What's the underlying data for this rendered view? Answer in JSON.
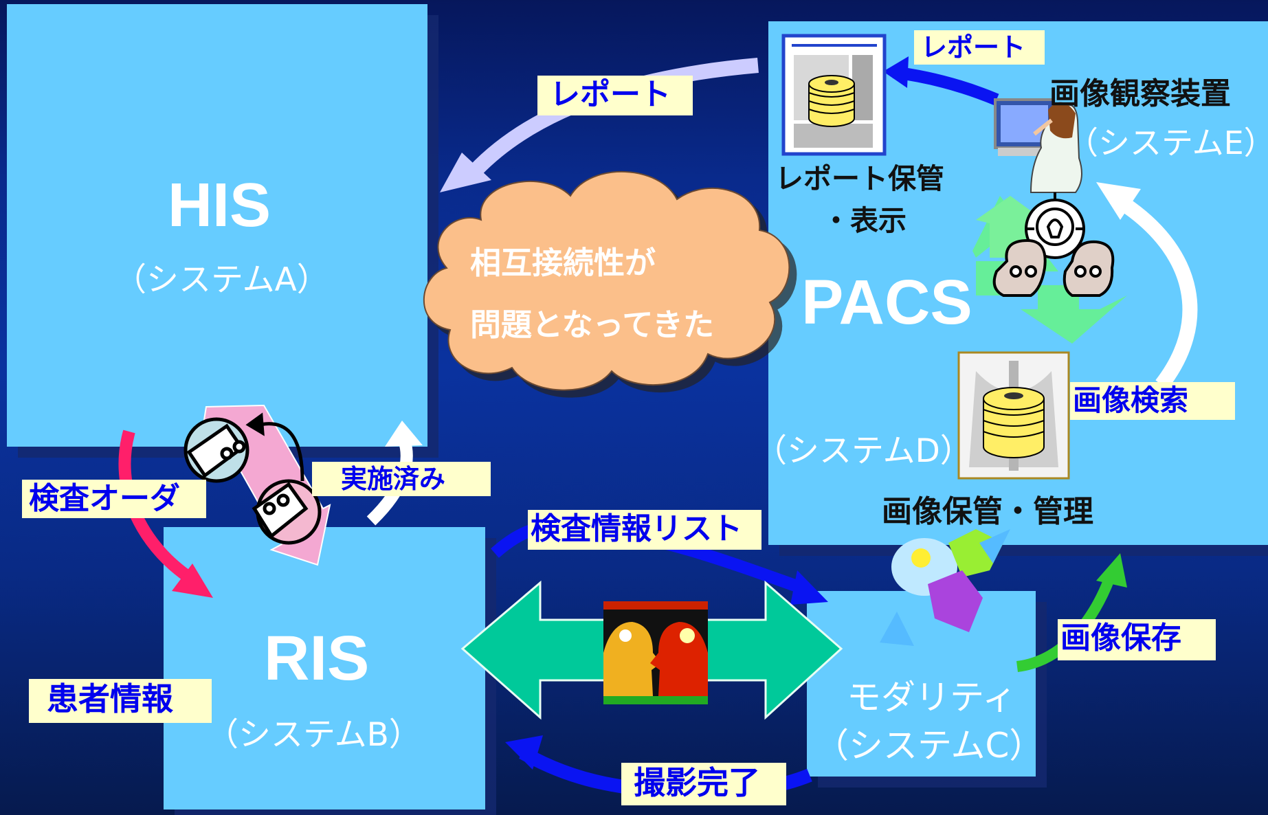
{
  "systems": {
    "his": {
      "name": "HIS",
      "system": "（システムA）"
    },
    "ris": {
      "name": "RIS",
      "system": "（システムB）"
    },
    "modality": {
      "name": "モダリティ",
      "system": "（システムC）"
    },
    "pacs": {
      "name": "PACS",
      "system": "（システムD）"
    }
  },
  "pacs_parts": {
    "report_store": [
      "レポート保管",
      "・表示"
    ],
    "viewer": "画像観察装置",
    "viewer_system": "（システムE）",
    "image_store": "画像保管・管理"
  },
  "cloud": {
    "lines": [
      "相互接続性が",
      "問題となってきた"
    ]
  },
  "flows": {
    "report_top": "レポート",
    "report_to_his": "レポート",
    "exam_order": "検査オーダ",
    "done": "実施済み",
    "patient_info": "患者情報",
    "exam_list": "検査情報リスト",
    "shot_done": "撮影完了",
    "image_save": "画像保存",
    "image_search": "画像検索"
  },
  "colors": {
    "background": "#0a2c90",
    "box": "#66ccff",
    "label_bg": "#ffffcc",
    "label_text": "#0000ee",
    "cloud": "#fbbf8a",
    "big_arrow": "#00c99a",
    "arrow_report": "#ccccff",
    "arrow_order": "#ff1f6a",
    "arrow_blue": "#0a14f2",
    "arrow_green": "#33cc33"
  },
  "icons": [
    "film-storage-icon",
    "radiologist-icon",
    "teamwork-icon",
    "discussion-icon",
    "data-exchange-icon",
    "puzzle-icon"
  ]
}
